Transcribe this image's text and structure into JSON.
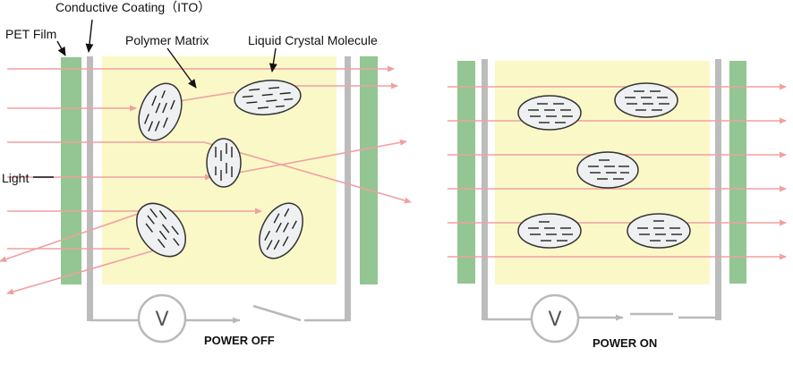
{
  "labels": {
    "conductive_coating": "Conductive Coating（ITO）",
    "pet_film": "PET Film",
    "polymer_matrix": "Polymer Matrix",
    "liquid_crystal": "Liquid Crystal Molecule",
    "light": "Light",
    "power_off": "POWER OFF",
    "power_on": "POWER ON",
    "voltmeter": "V"
  },
  "colors": {
    "pet_film": "#93c693",
    "matrix": "#fbf8c8",
    "electrode": "#bcbcbc",
    "light_ray": "#f0a0a0",
    "droplet_fill": "#eef0f2",
    "droplet_stroke": "#333333",
    "wire": "#b9b9b9"
  },
  "icons": [
    "voltmeter-icon",
    "switch-open-icon",
    "switch-closed-icon",
    "droplet-icon",
    "arrow-icon"
  ]
}
